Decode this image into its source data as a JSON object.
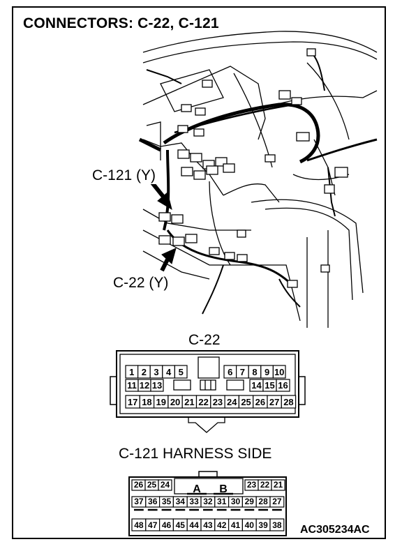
{
  "title": "CONNECTORS: C-22, C-121",
  "callouts": {
    "c121": "C-121 (Y)",
    "c22": "C-22 (Y)"
  },
  "c22": {
    "label": "C-22",
    "row1_left": [
      "1",
      "2",
      "3",
      "4",
      "5"
    ],
    "row1_right": [
      "6",
      "7",
      "8",
      "9",
      "10"
    ],
    "row2_left": [
      "11",
      "12",
      "13"
    ],
    "row2_right": [
      "14",
      "15",
      "16"
    ],
    "row3": [
      "17",
      "18",
      "19",
      "20",
      "21",
      "22",
      "23",
      "24",
      "25",
      "26",
      "27",
      "28"
    ]
  },
  "c121": {
    "label": "C-121 HARNESS SIDE",
    "key_a": "A",
    "key_b": "B",
    "row1_left": [
      "26",
      "25",
      "24"
    ],
    "row1_right": [
      "23",
      "22",
      "21"
    ],
    "row2": [
      "37",
      "36",
      "35",
      "34",
      "33",
      "32",
      "31",
      "30",
      "29",
      "28",
      "27"
    ],
    "row3": [
      "48",
      "47",
      "46",
      "45",
      "44",
      "43",
      "42",
      "41",
      "40",
      "39",
      "38"
    ]
  },
  "reference_code": "AC305234AC"
}
